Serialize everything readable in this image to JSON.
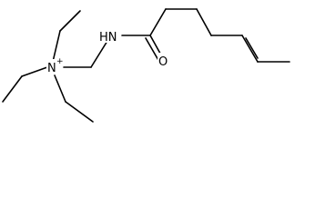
{
  "molecule": {
    "atoms": {
      "nitrogen_cation": "N",
      "charge": "+",
      "amide_nh": "HN",
      "carbonyl_oxygen": "O"
    }
  }
}
